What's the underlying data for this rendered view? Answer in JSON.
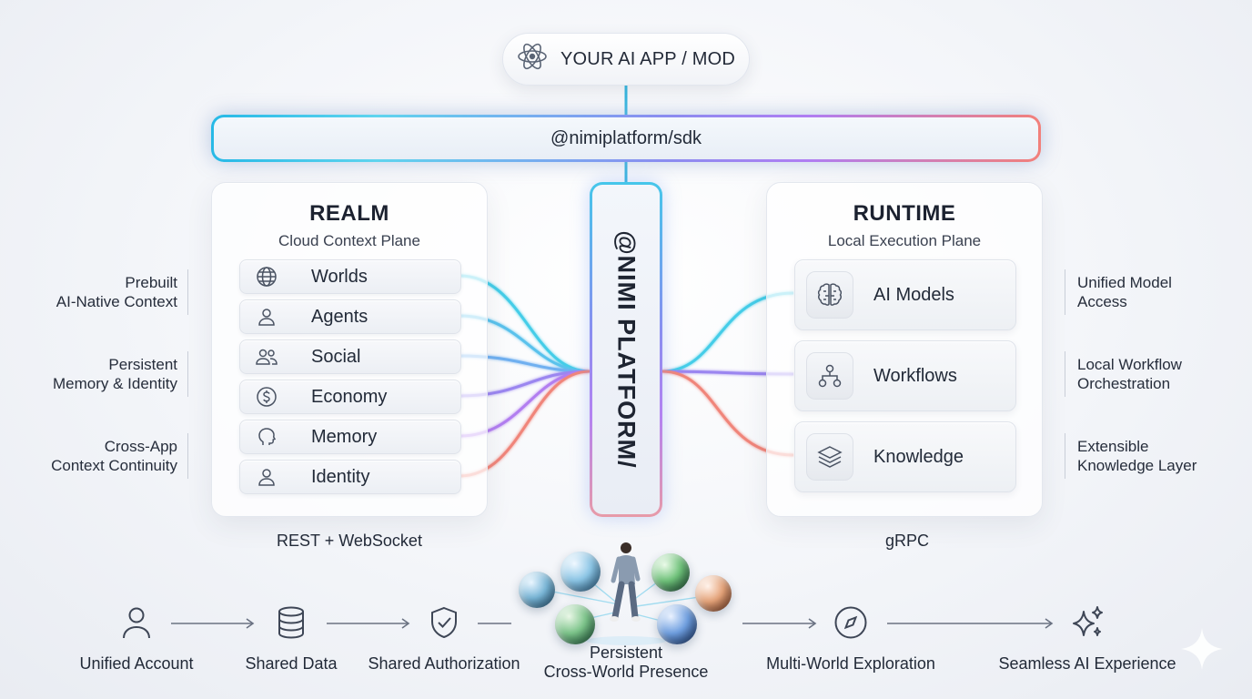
{
  "app": {
    "label": "YOUR AI APP / MOD",
    "icon": "atom-icon"
  },
  "sdk": {
    "label": "@nimiplatform/sdk"
  },
  "platform": {
    "label": "@NIMI PLATFORM/"
  },
  "realm": {
    "title": "REALM",
    "subtitle": "Cloud Context Plane",
    "protocol": "REST + WebSocket",
    "items": [
      {
        "label": "Worlds",
        "icon": "globe-icon"
      },
      {
        "label": "Agents",
        "icon": "user-icon"
      },
      {
        "label": "Social",
        "icon": "users-icon"
      },
      {
        "label": "Economy",
        "icon": "dollar-coin-icon"
      },
      {
        "label": "Memory",
        "icon": "head-icon"
      },
      {
        "label": "Identity",
        "icon": "identity-icon"
      }
    ],
    "side_labels": [
      {
        "line1": "Prebuilt",
        "line2": "AI-Native Context"
      },
      {
        "line1": "Persistent",
        "line2": "Memory & Identity"
      },
      {
        "line1": "Cross-App",
        "line2": "Context Continuity"
      }
    ]
  },
  "runtime": {
    "title": "RUNTIME",
    "subtitle": "Local Execution Plane",
    "protocol": "gRPC",
    "items": [
      {
        "label": "AI Models",
        "icon": "brain-icon"
      },
      {
        "label": "Workflows",
        "icon": "workflow-icon"
      },
      {
        "label": "Knowledge",
        "icon": "layers-icon"
      }
    ],
    "side_labels": [
      {
        "line1": "Unified Model",
        "line2": "Access"
      },
      {
        "line1": "Local Workflow",
        "line2": "Orchestration"
      },
      {
        "line1": "Extensible",
        "line2": "Knowledge Layer"
      }
    ]
  },
  "flow": {
    "steps": [
      {
        "label": "Unified Account",
        "icon": "user-icon"
      },
      {
        "label": "Shared Data",
        "icon": "database-icon"
      },
      {
        "label": "Shared Authorization",
        "icon": "shield-check-icon"
      },
      {
        "line1": "Persistent",
        "line2": "Cross-World Presence",
        "icon": "worlds-orbs-image"
      },
      {
        "label": "Multi-World Exploration",
        "icon": "compass-icon"
      },
      {
        "label": "Seamless AI Experience",
        "icon": "sparkles-icon"
      }
    ]
  },
  "colors": {
    "cyan": "#3cc8e8",
    "violet": "#9b7ef0",
    "coral": "#f08070",
    "text": "#1f2533"
  }
}
